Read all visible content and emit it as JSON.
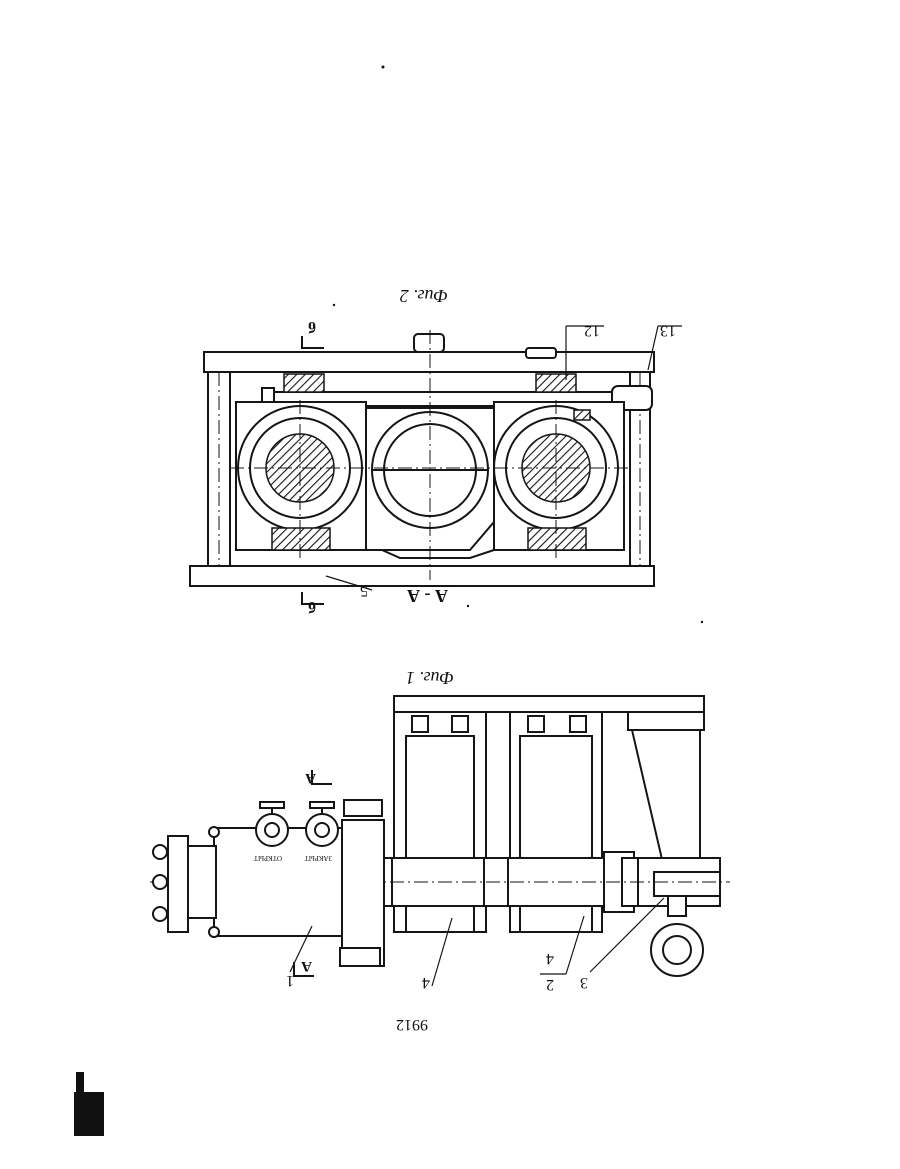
{
  "sheet": {
    "page_number": "9912",
    "figure1_caption": "Фиг. 1",
    "figure2_caption": "Фиг. 2",
    "section_aa_label": "А - А",
    "section_b_mark": "б",
    "section_a_mark": "А",
    "callouts": {
      "c1": "1",
      "c2": "2",
      "c3": "3",
      "c4": "4",
      "c4b": "4",
      "c5": "5",
      "c12": "12",
      "c13": "13"
    },
    "valve_labels": {
      "left": "ОТКРЫТ",
      "right": "ЗАКРЫТ"
    }
  }
}
